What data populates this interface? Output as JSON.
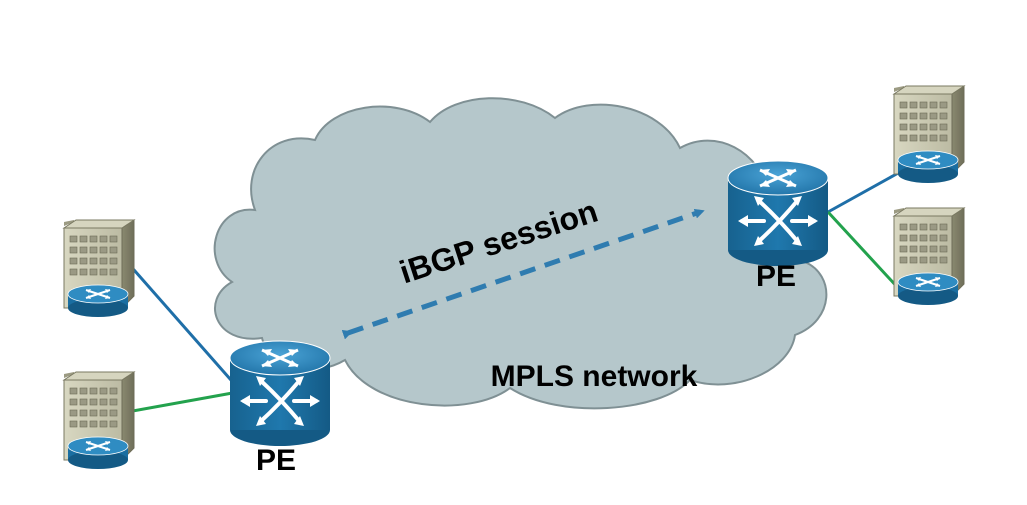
{
  "diagram": {
    "cloud_label": "MPLS network",
    "session_label": "iBGP session",
    "pe_left_label": "PE",
    "pe_right_label": "PE"
  },
  "colors": {
    "cloud_fill": "#b5c7cb",
    "cloud_stroke": "#7f9094",
    "router_blue": "#1a6ea1",
    "router_top": "#2f8cc2",
    "link_blue": "#1f6fa8",
    "link_green": "#23a24d",
    "session_arrow": "#2f7cb0",
    "building_front": "#c8c7b0",
    "building_side": "#8f8e76"
  },
  "icons": {
    "pe_router": "pe-router-icon",
    "customer_site": "building-ce-router-icon"
  }
}
